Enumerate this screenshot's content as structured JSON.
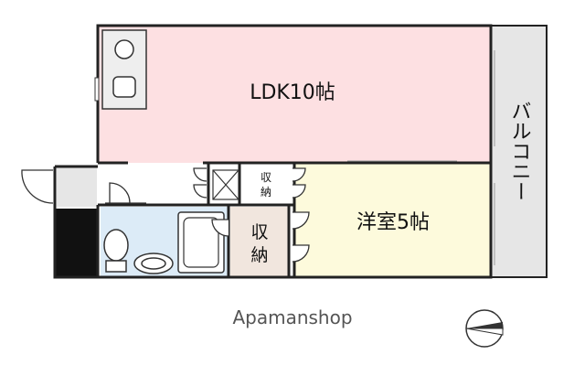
{
  "rooms": {
    "ldk": {
      "label": "LDK10帖",
      "color": "#fde0e2"
    },
    "western": {
      "label": "洋室5帖",
      "color": "#fdfadc"
    },
    "storage_large": {
      "label_line1": "収",
      "label_line2": "納",
      "color": "#f1e6de"
    },
    "storage_small": {
      "label_line1": "収",
      "label_line2": "納"
    },
    "bath": {
      "color": "#dcebf7"
    },
    "balcony": {
      "label": "バルコニー",
      "color": "#e6e6e6"
    }
  },
  "footer": {
    "brand": "Apamanshop"
  },
  "icons": [
    "compass-icon",
    "stove-icon",
    "toilet-icon",
    "bathtub-icon",
    "washbasin-icon",
    "washer-icon",
    "door-swing-icon"
  ]
}
